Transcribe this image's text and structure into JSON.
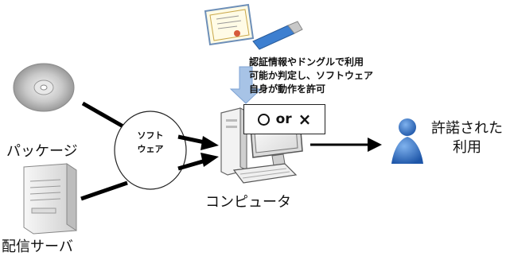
{
  "labels": {
    "package": "パッケージ",
    "server": "配信サーバ",
    "computer": "コンピュータ",
    "software": [
      "ソフト",
      "ウェア"
    ],
    "user": [
      "許諾された",
      "利用"
    ]
  },
  "note_lines": [
    "認証情報やドングルで利用",
    "可能か判定し、ソフトウェア",
    "自身が動作を許可"
  ],
  "decision": {
    "ok_symbol": "circle-icon",
    "or_text": "or",
    "ng_text": "×"
  },
  "icons": [
    "cd-icon",
    "server-icon",
    "certificate-icon",
    "usb-dongle-icon",
    "computer-icon",
    "user-icon"
  ],
  "colors": {
    "arrow": "#000000",
    "down_arrow": "#a7c3e6",
    "user": "#2f6fc4"
  }
}
